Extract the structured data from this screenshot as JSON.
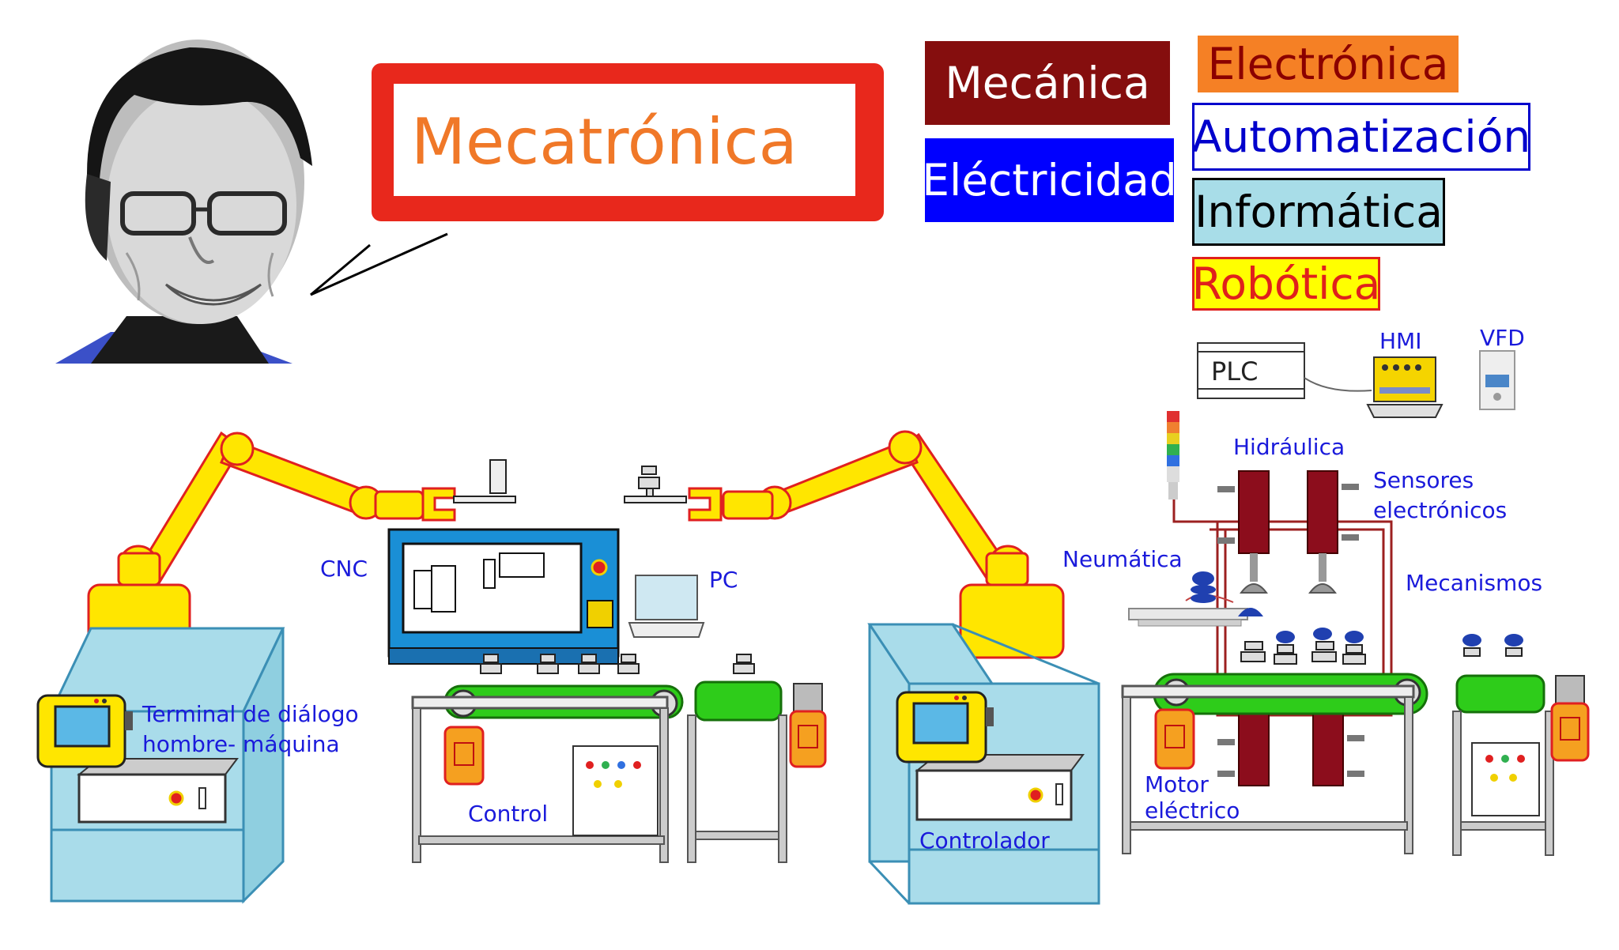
{
  "bubble": {
    "text": "Mecatrónica"
  },
  "disciplines": {
    "mecanica": "Mecánica",
    "electricidad": "Eléctricidad",
    "electronica": "Electrónica",
    "automatizacion": "Automatización",
    "informatica": "Informática",
    "robotica": "Robótica"
  },
  "labels": {
    "plc": "PLC",
    "hmi": "HMI",
    "vfd": "VFD",
    "hidraulica": "Hidráulica",
    "sensores_1": "Sensores",
    "sensores_2": "electrónicos",
    "neumatica": "Neumática",
    "mecanismos": "Mecanismos",
    "cnc": "CNC",
    "pc": "PC",
    "terminal_1": "Terminal de diálogo",
    "terminal_2": "hombre- máquina",
    "control": "Control",
    "controlador": "Controlador",
    "motor_1": "Motor",
    "motor_2": "eléctrico"
  },
  "colors": {
    "mecanica_bg": "#850e0e",
    "electricidad_bg": "#0000ff",
    "electronica_bg": "#f58025",
    "automatizacion_border": "#0000cc",
    "informatica_bg": "#a8dde8",
    "robotica_bg": "#ffff00",
    "robotica_border": "#e0201c",
    "bubble_border": "#e8281c",
    "bubble_text": "#f07828",
    "label_blue": "#1a1adb"
  }
}
